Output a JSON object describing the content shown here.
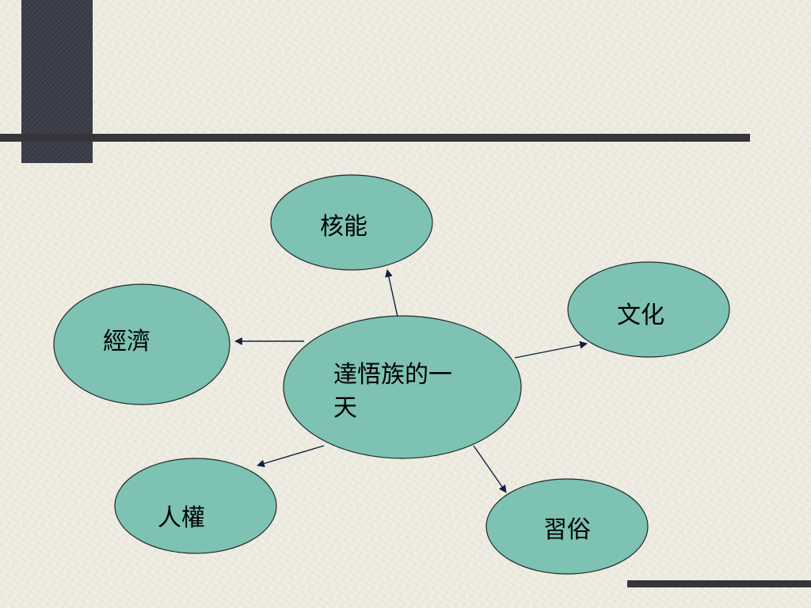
{
  "diagram": {
    "center": {
      "line1": "達悟族的一",
      "line2": "天"
    },
    "nodes": {
      "nuclear": "核能",
      "culture": "文化",
      "economy": "經濟",
      "human_rights": "人權",
      "customs": "習俗"
    }
  },
  "colors": {
    "node_fill": "#7DC2B2",
    "background": "#ECEADF",
    "accent_bar": "#36363A",
    "arrow": "#0F1F3D"
  }
}
